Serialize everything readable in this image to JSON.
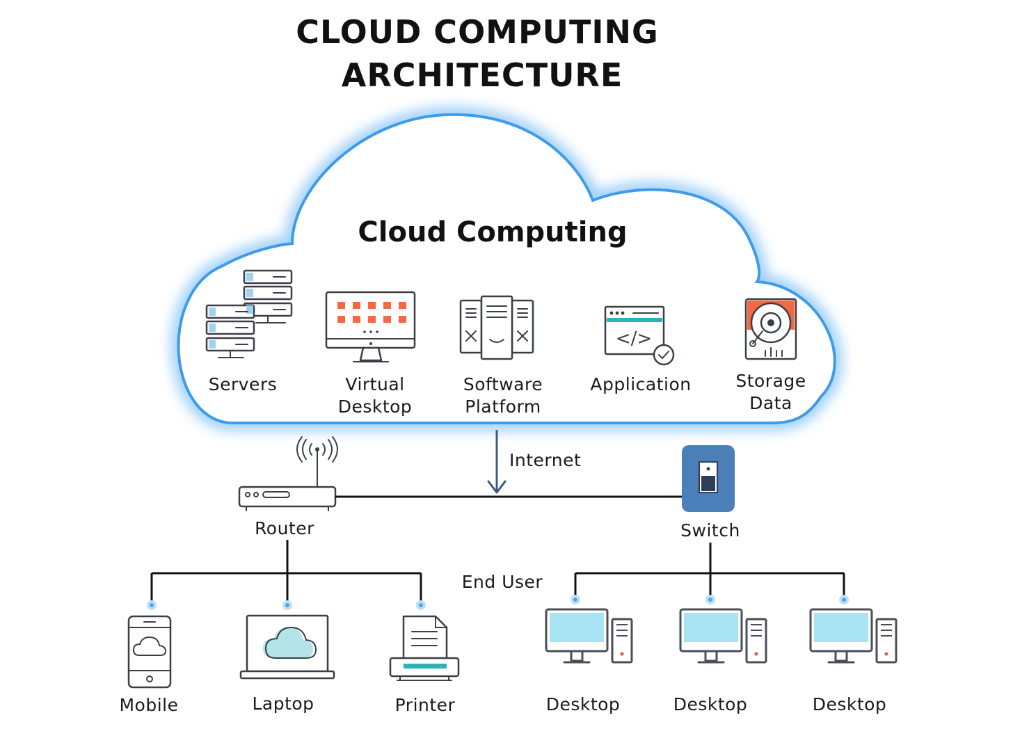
{
  "title": {
    "line1": "CLOUD COMPUTING",
    "line2": "ARCHITECTURE"
  },
  "cloud": {
    "title": "Cloud Computing",
    "services": [
      {
        "lines": [
          "Servers"
        ],
        "icon": "server-rack-icon"
      },
      {
        "lines": [
          "Virtual",
          "Desktop"
        ],
        "icon": "monitor-icon"
      },
      {
        "lines": [
          "Software",
          "Platform"
        ],
        "icon": "software-platform-icon"
      },
      {
        "lines": [
          "Application"
        ],
        "icon": "code-window-icon"
      },
      {
        "lines": [
          "Storage",
          "Data"
        ],
        "icon": "hard-drive-icon"
      }
    ]
  },
  "network": {
    "internet_label": "Internet",
    "router_label": "Router",
    "switch_label": "Switch",
    "end_user_label": "End User"
  },
  "devices": [
    {
      "label": "Mobile",
      "icon": "mobile-cloud-icon"
    },
    {
      "label": "Laptop",
      "icon": "laptop-cloud-icon"
    },
    {
      "label": "Printer",
      "icon": "printer-icon"
    },
    {
      "label": "Desktop",
      "icon": "desktop-computer-icon"
    },
    {
      "label": "Desktop",
      "icon": "desktop-computer-icon"
    },
    {
      "label": "Desktop",
      "icon": "desktop-computer-icon"
    }
  ],
  "colors": {
    "cloud_outline": "#3d9be9",
    "cloud_glow": "#bfe0fb",
    "accent_orange": "#f26a3f",
    "accent_teal": "#2bb3b8",
    "screen_blue": "#a9e4f5",
    "switch_blue": "#4a7fb8",
    "connector_dot": "#4fa8e0"
  }
}
